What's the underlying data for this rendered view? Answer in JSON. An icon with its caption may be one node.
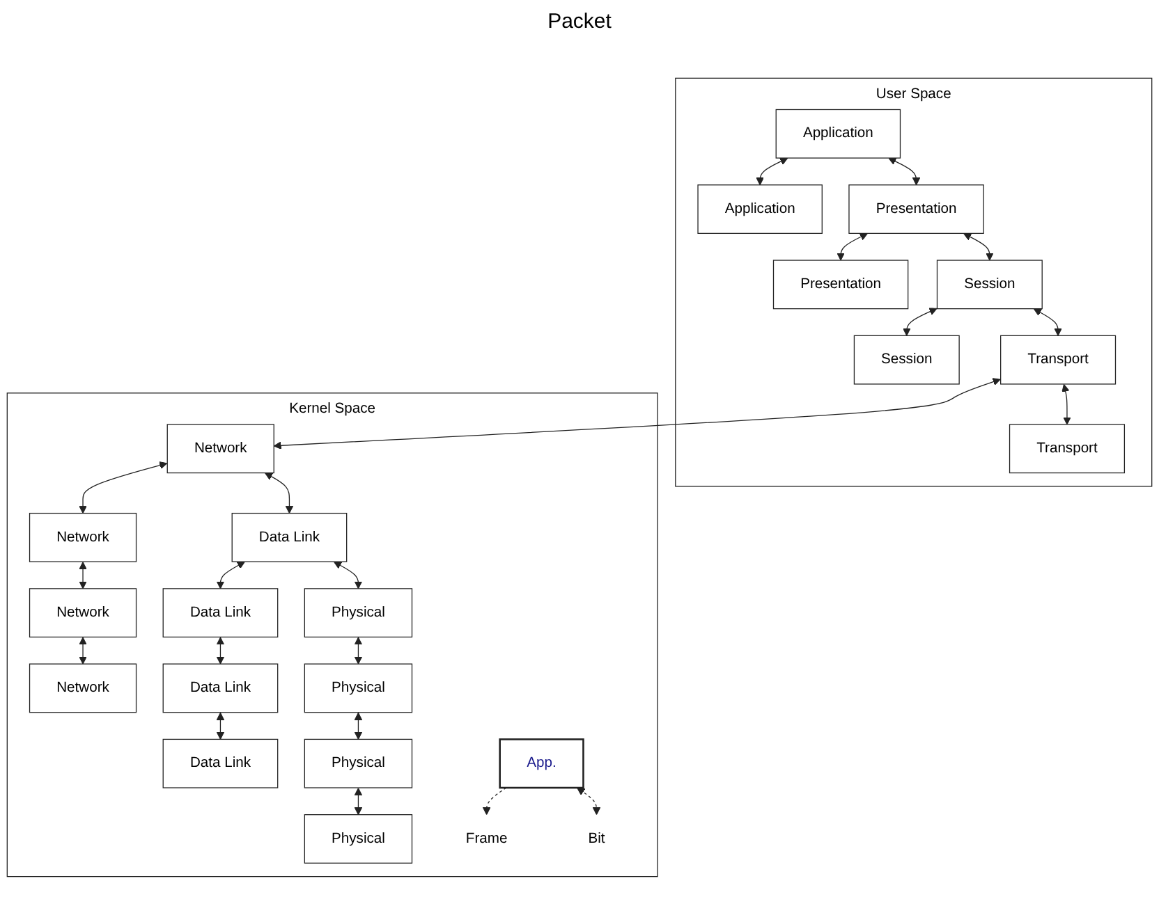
{
  "diagram": {
    "nodes": [
      {
        "text": [
          "User Space"
        ]
      },
      {
        "text": [
          "Application"
        ],
        "in": 0
      },
      {
        "text": [
          "Application"
        ],
        "in": 0
      },
      {
        "text": [
          "Presentation"
        ],
        "in": 0
      },
      {
        "text": [
          "Presentation"
        ],
        "in": 0
      },
      {
        "text": [
          "Session"
        ],
        "in": 0
      },
      {
        "text": [
          "Session"
        ],
        "in": 0
      },
      {
        "text": [
          "Transport"
        ],
        "in": 0
      },
      {
        "text": [
          "Transport"
        ],
        "in": 0
      },
      {
        "text": [
          "Kernel Space"
        ]
      },
      {
        "text": [
          "Network"
        ],
        "in": 9
      },
      {
        "text": [
          "Network"
        ],
        "in": 9
      },
      {
        "text": [
          "Network"
        ],
        "in": 9
      },
      {
        "text": [
          "Network"
        ],
        "in": 9
      },
      {
        "text": [
          "Data Link"
        ],
        "in": 9
      },
      {
        "text": [
          "Data Link"
        ],
        "in": 9
      },
      {
        "text": [
          "Data Link"
        ],
        "in": 9
      },
      {
        "text": [
          "Data Link"
        ],
        "in": 9
      },
      {
        "text": [
          "Physical"
        ],
        "in": 9
      },
      {
        "text": [
          "Physical"
        ],
        "in": 9
      },
      {
        "text": [
          "Physical"
        ],
        "in": 9
      },
      {
        "text": [
          "Physical"
        ],
        "in": 9
      },
      {
        "text": [
          "Frame"
        ],
        "in": 9
      },
      {
        "text": [
          "Bit"
        ],
        "in": 9
      },
      {
        "text": [
          "App."
        ],
        "in": 9
      }
    ],
    "edges": [
      {
        "from": 1,
        "to": 2,
        "arrow": "both"
      },
      {
        "from": 1,
        "to": 3,
        "arrow": "both"
      },
      {
        "from": 3,
        "to": 4,
        "arrow": "both"
      },
      {
        "from": 3,
        "to": 5,
        "arrow": "both"
      },
      {
        "from": 5,
        "to": 6,
        "arrow": "both"
      },
      {
        "from": 5,
        "to": 7,
        "arrow": "both"
      },
      {
        "from": 7,
        "to": 8,
        "arrow": "both"
      },
      {
        "from": 7,
        "to": 10,
        "arrow": "both"
      },
      {
        "from": 10,
        "to": 11,
        "arrow": "both"
      },
      {
        "from": 11,
        "to": 12,
        "arrow": "both"
      },
      {
        "from": 12,
        "to": 13,
        "arrow": "both"
      },
      {
        "from": 10,
        "to": 14,
        "arrow": "both"
      },
      {
        "from": 14,
        "to": 15,
        "arrow": "both"
      },
      {
        "from": 15,
        "to": 16,
        "arrow": "both"
      },
      {
        "from": 16,
        "to": 17,
        "arrow": "both"
      },
      {
        "from": 14,
        "to": 18,
        "arrow": "both"
      },
      {
        "from": 18,
        "to": 19,
        "arrow": "both"
      },
      {
        "from": 19,
        "to": 20,
        "arrow": "both"
      },
      {
        "from": 20,
        "to": 21,
        "arrow": "both"
      },
      {
        "from": 24,
        "to": 22,
        "arrow": "to",
        "style": "dashed"
      },
      {
        "from": 24,
        "to": 23,
        "arrow": "both",
        "style": "dashed"
      }
    ],
    "labels": [
      "Packet"
    ]
  }
}
